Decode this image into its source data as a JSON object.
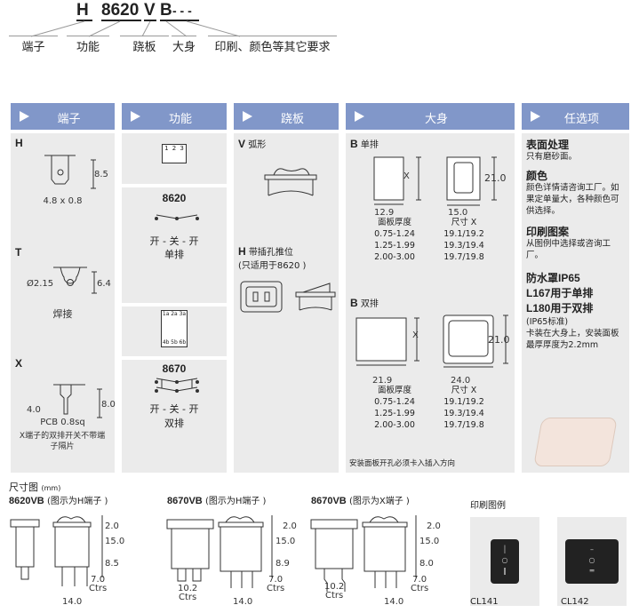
{
  "code": {
    "parts": [
      "H",
      "8620",
      "V",
      "B",
      "- - -"
    ],
    "labels": [
      "端子",
      "功能",
      "跷板",
      "大身",
      "印刷、颜色等其它要求"
    ]
  },
  "headers": [
    "端子",
    "功能",
    "跷板",
    "大身",
    "任选项"
  ],
  "terminals": [
    {
      "code": "H",
      "dim": "8.5",
      "caption": "4.8 x 0.8"
    },
    {
      "code": "T",
      "dim": "6.4",
      "hole": "Ø2.15",
      "caption": "焊接"
    },
    {
      "code": "X",
      "dim": "8.0",
      "dim2": "4.0",
      "caption": "PCB 0.8sq",
      "note": "X端子的双排开关不带端子隔片"
    }
  ],
  "functions": {
    "pins1": [
      "1",
      "2",
      "3"
    ],
    "f1": {
      "model": "8620",
      "desc": "开 - 关 - 开",
      "rows": "单排"
    },
    "pins2top": [
      "1a",
      "2a",
      "3a"
    ],
    "pins2bot": [
      "4b",
      "5b",
      "6b"
    ],
    "f2": {
      "model": "8670",
      "desc": "开 - 关 - 开",
      "rows": "双排"
    }
  },
  "rocker": {
    "v_code": "V",
    "v_label": "弧形",
    "h_code": "H",
    "h_label": "带插孔推位",
    "h_note": "(只适用于8620 )"
  },
  "body": {
    "single": {
      "code": "B",
      "label": "单排",
      "w": "12.9",
      "w2": "15.0",
      "h": "21.0",
      "x": "X"
    },
    "double": {
      "code": "B",
      "label": "双排",
      "w": "21.9",
      "w2": "24.0",
      "h": "21.0",
      "x": "X"
    },
    "col1": "面板厚度",
    "col2": "尺寸 X",
    "rows": [
      [
        "0.75-1.24",
        "19.1/19.2"
      ],
      [
        "1.25-1.99",
        "19.3/19.4"
      ],
      [
        "2.00-3.00",
        "19.7/19.8"
      ]
    ],
    "note": "安装面板开孔必须卡入插入方向"
  },
  "options": [
    {
      "title": "表面处理",
      "text": "只有磨砂面。"
    },
    {
      "title": "颜色",
      "text": "颜色详情请咨询工厂。如果定单量大，各种颜色可供选择。"
    },
    {
      "title": "印刷图案",
      "text": "从图例中选择或咨询工厂。"
    },
    {
      "title": "防水罩IP65",
      "title2": "L167用于单排",
      "title3": "L180用于双排",
      "text0": "(IP65标准)",
      "text": "卡装在大身上，安装面板最厚厚度为2.2mm"
    }
  ],
  "dims": {
    "title": "尺寸图",
    "unit": "(mm)",
    "drawings": [
      {
        "model": "8620VB",
        "note": "(图示为H端子 )",
        "d": [
          "2.0",
          "15.0",
          "8.5"
        ],
        "ctrs": "7.0",
        "ctrs_l": "Ctrs",
        "w": "14.0"
      },
      {
        "model": "8670VB",
        "note": "(图示为H端子 )",
        "d": [
          "2.0",
          "15.0",
          "8.9"
        ],
        "ctrs": "7.0",
        "ctrs_l": "Ctrs",
        "w": "14.0",
        "c2": "10.2",
        "c2l": "Ctrs"
      },
      {
        "model": "8670VB",
        "note": "(图示为X端子 )",
        "d": [
          "2.0",
          "15.0",
          "8.0"
        ],
        "ctrs": "7.0",
        "ctrs_l": "Ctrs",
        "w": "14.0",
        "c2": "10.2",
        "c2l": "Ctrs"
      }
    ]
  },
  "legend": {
    "title": "印刷图例",
    "items": [
      "CL141",
      "CL142"
    ]
  }
}
